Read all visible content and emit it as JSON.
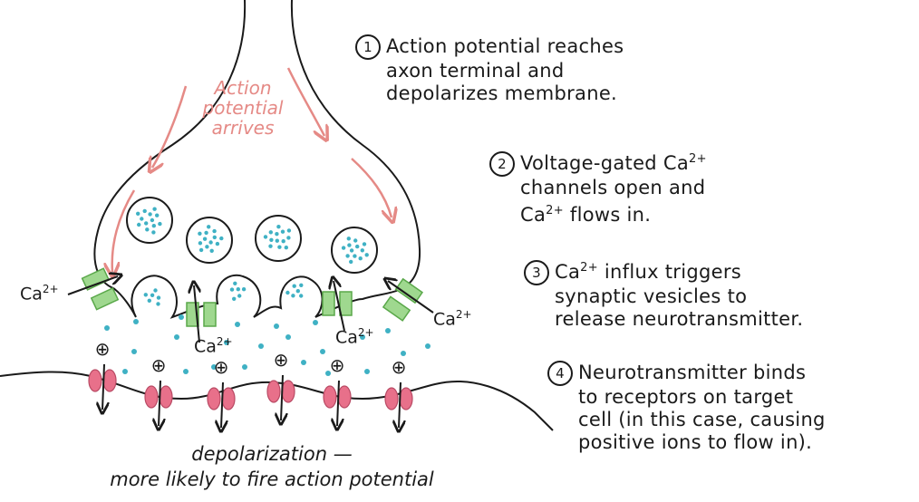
{
  "labels": {
    "arrives": [
      "Action",
      "potential",
      "arrives"
    ],
    "ion": "Ca",
    "ion_charge": "2+",
    "bottom": [
      "depolarization —",
      "more likely to fire action potential"
    ]
  },
  "steps": [
    {
      "num": "1",
      "lines": [
        "Action potential reaches",
        "axon terminal and",
        "depolarizes membrane."
      ]
    },
    {
      "num": "2",
      "lines": [
        "Voltage-gated Ca",
        "channels open and",
        "Ca flows in."
      ],
      "sup_first": "2+",
      "sup_third": "2+"
    },
    {
      "num": "3",
      "lines": [
        "Ca",
        "influx triggers",
        "synaptic vesicles to",
        "release neurotransmitter."
      ],
      "sup": "2+"
    },
    {
      "num": "4",
      "lines": [
        "Neurotransmitter binds",
        "to receptors on target",
        "cell (in this case, causing",
        "positive ions to flow in)."
      ]
    }
  ],
  "receptor_sign": "⊕",
  "colors": {
    "ink": "#1a1a1a",
    "arrow_red": "#e58a86",
    "channel_green": "#9fd88f",
    "channel_stroke": "#5aa84a",
    "dot_teal": "#3fb1c4",
    "receptor_pink": "#e8708a",
    "receptor_stroke": "#b94a64"
  }
}
